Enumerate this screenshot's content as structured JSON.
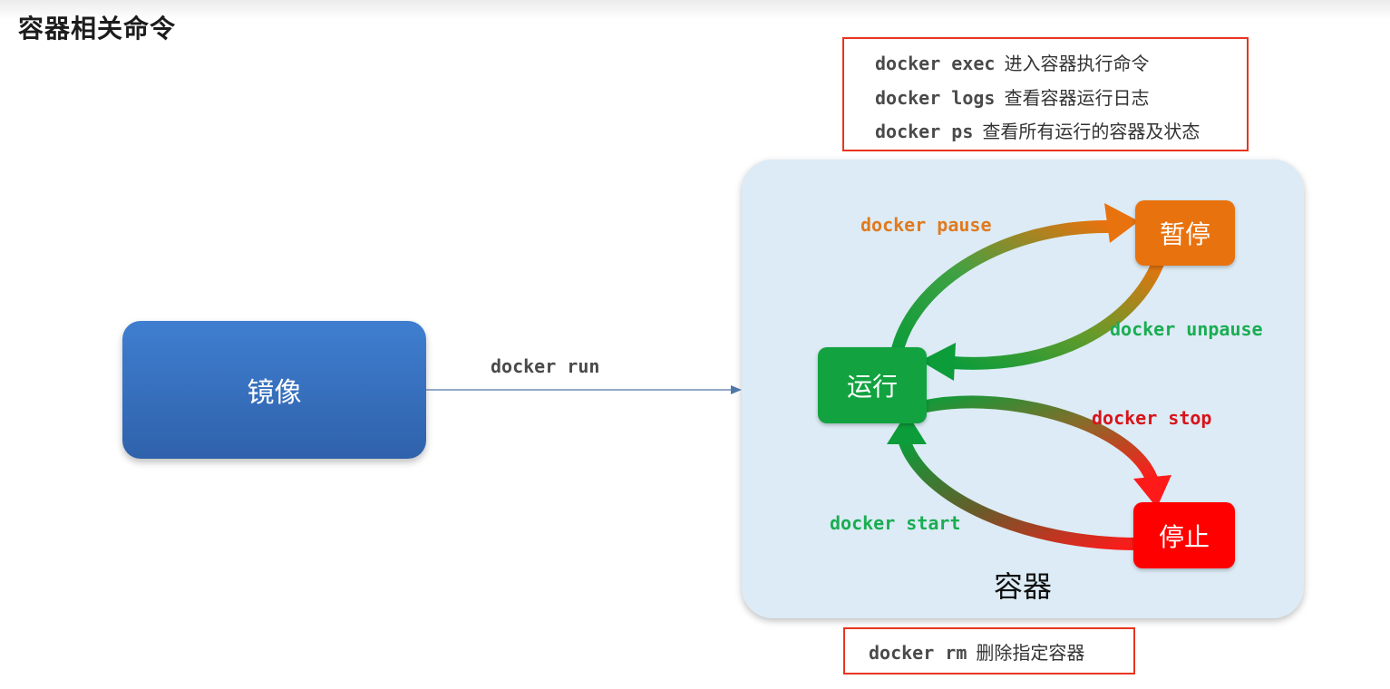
{
  "page": {
    "title": "容器相关命令"
  },
  "top_commands": [
    {
      "code": "docker exec",
      "desc": "进入容器执行命令"
    },
    {
      "code": "docker logs",
      "desc": "查看容器运行日志"
    },
    {
      "code": "docker ps",
      "desc": "查看所有运行的容器及状态"
    }
  ],
  "bottom_command": {
    "code": "docker rm",
    "desc": "删除指定容器"
  },
  "image_node": {
    "label": "镜像"
  },
  "run_edge": {
    "label": "docker run"
  },
  "container": {
    "label": "容器",
    "states": {
      "running": "运行",
      "paused": "暂停",
      "stopped": "停止"
    },
    "transitions": {
      "pause": "docker pause",
      "unpause": "docker unpause",
      "stop": "docker stop",
      "start": "docker start"
    }
  },
  "colors": {
    "box_border": "#e8351f",
    "image_blue": "#3a74c4",
    "container_bg": "#dcebf5",
    "running_green": "#12a340",
    "paused_orange": "#e8720e",
    "stopped_red": "#ff0000",
    "pause_label": "#e07a1f",
    "unpause_label": "#1aad52",
    "stop_label": "#d8131b",
    "start_label": "#1aad52"
  }
}
